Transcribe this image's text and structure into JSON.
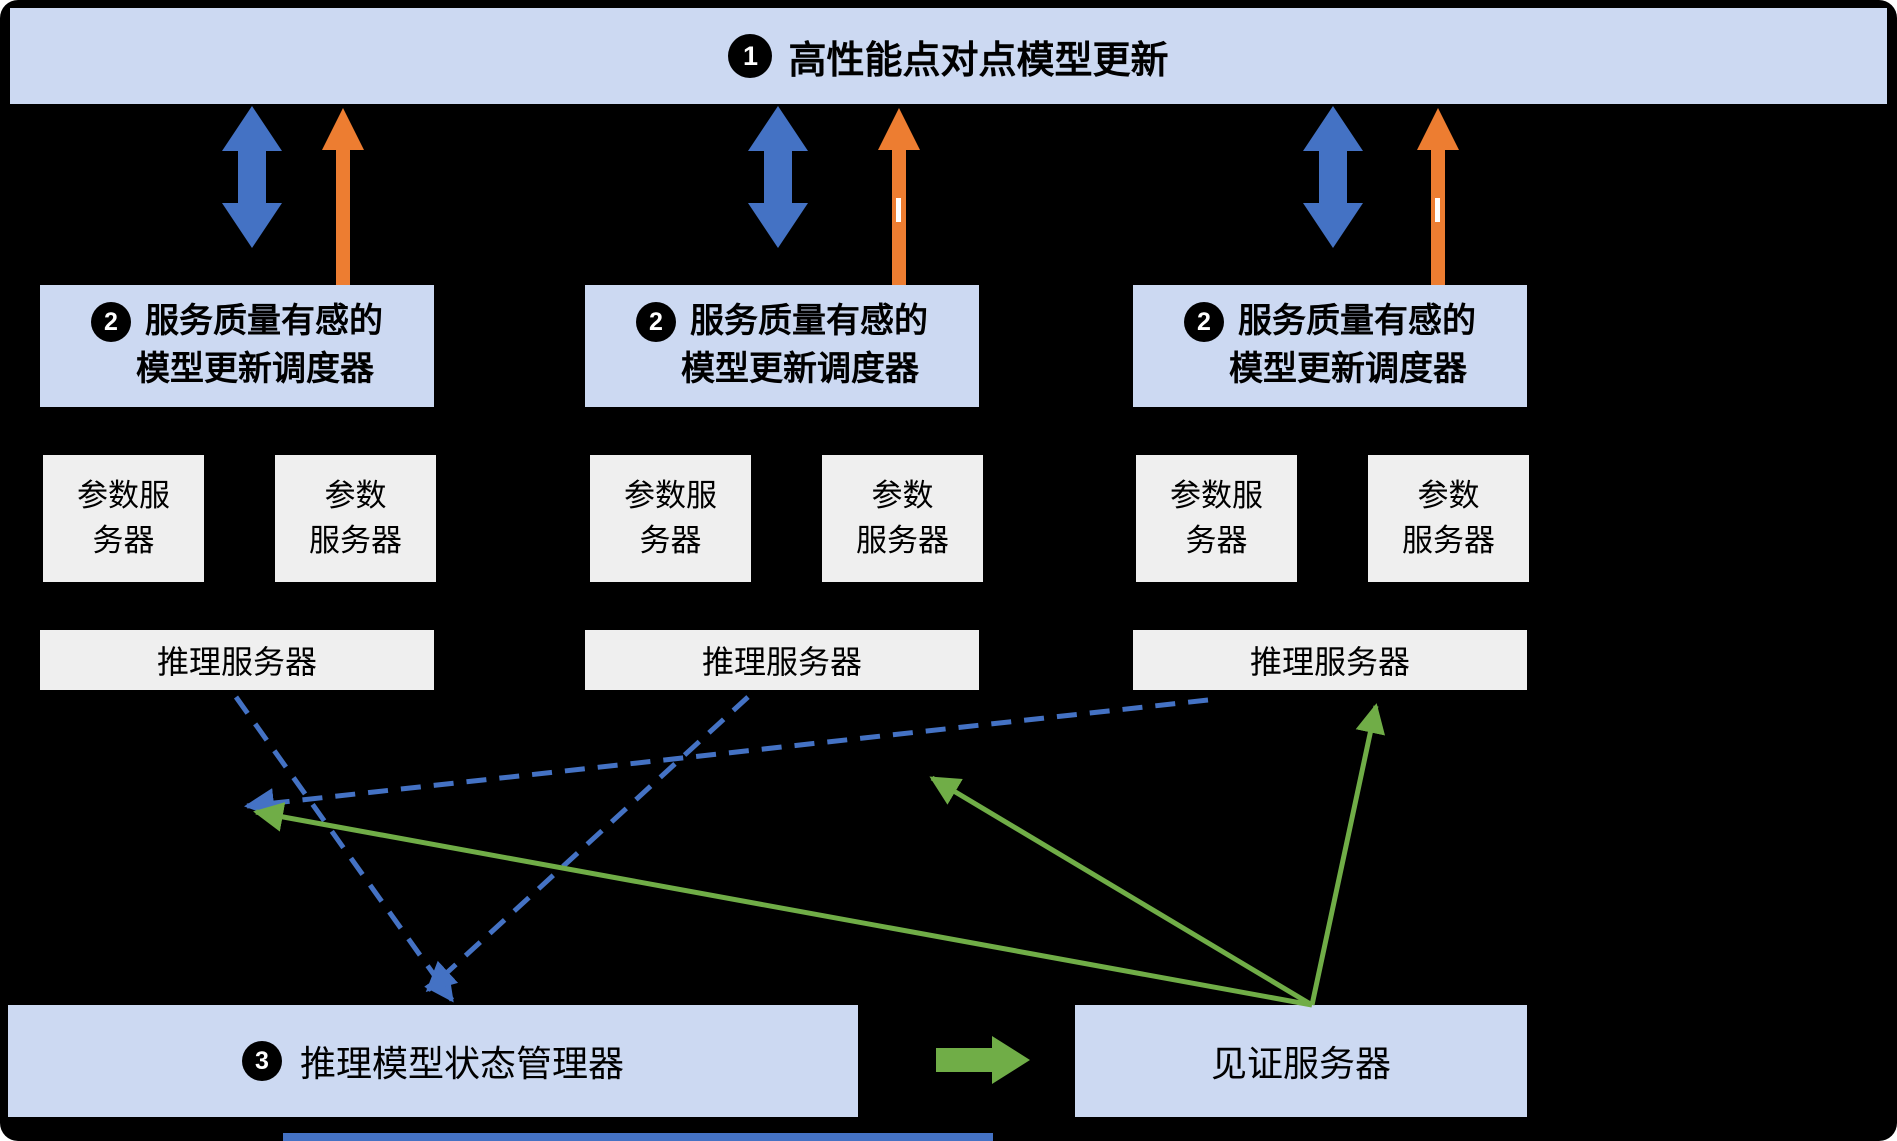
{
  "colors": {
    "background": "#000000",
    "box_blue": "#ccd9f2",
    "box_gray": "#efefef",
    "arrow_blue": "#4472c4",
    "arrow_orange": "#ed7d31",
    "arrow_green": "#70ad47",
    "badge_bg": "#000000",
    "badge_text": "#ffffff"
  },
  "banner": {
    "number": "1",
    "title": "高性能点对点模型更新"
  },
  "columns": [
    {
      "scheduler": {
        "number": "2",
        "line1": "服务质量有感的",
        "line2": "模型更新调度器"
      },
      "param_server_left": {
        "line1": "参数服",
        "line2": "务器"
      },
      "param_server_right": {
        "line1": "参数",
        "line2": "服务器"
      },
      "inference_server": "推理服务器"
    },
    {
      "scheduler": {
        "number": "2",
        "line1": "服务质量有感的",
        "line2": "模型更新调度器"
      },
      "param_server_left": {
        "line1": "参数服",
        "line2": "务器"
      },
      "param_server_right": {
        "line1": "参数",
        "line2": "服务器"
      },
      "inference_server": "推理服务器"
    },
    {
      "scheduler": {
        "number": "2",
        "line1": "服务质量有感的",
        "line2": "模型更新调度器"
      },
      "param_server_left": {
        "line1": "参数服",
        "line2": "务器"
      },
      "param_server_right": {
        "line1": "参数",
        "line2": "服务器"
      },
      "inference_server": "推理服务器"
    }
  ],
  "bottom": {
    "state_manager": {
      "number": "3",
      "label": "推理模型状态管理器"
    },
    "witness_server": {
      "label": "见证服务器"
    }
  }
}
